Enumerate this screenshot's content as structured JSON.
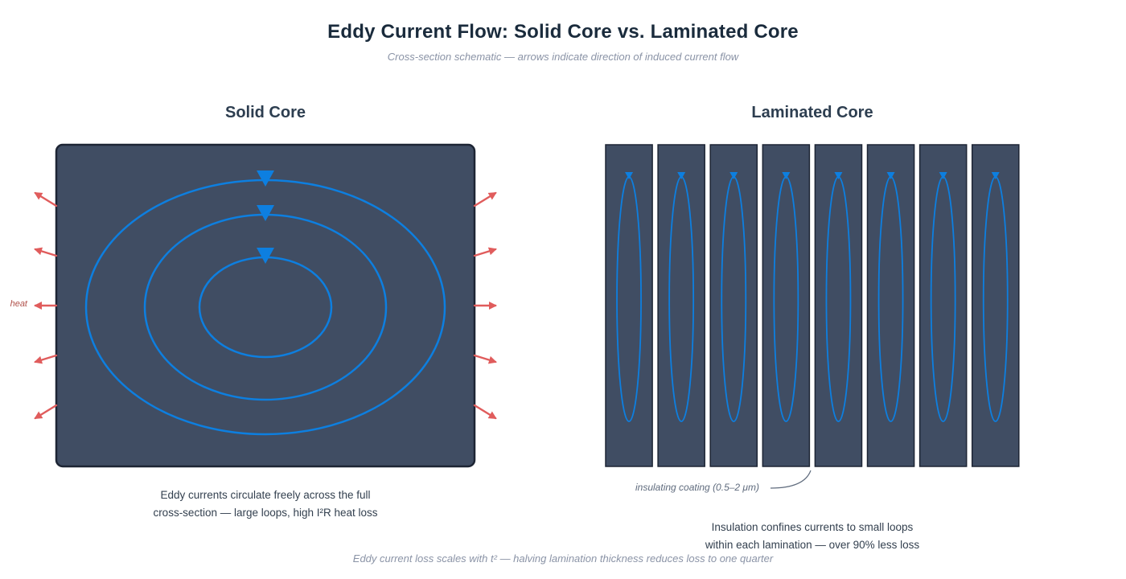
{
  "header": {
    "title": "Eddy Current Flow: Solid Core vs. Laminated Core",
    "subtitle": "Cross-section schematic — arrows indicate direction of induced current flow"
  },
  "solid": {
    "heading": "Solid Core",
    "heat_label": "heat",
    "loop_count": 3,
    "heat_arrows_per_side": 5,
    "caption_line1": "Eddy currents circulate freely across the full",
    "caption_line2": "cross-section — large loops, high I²R heat loss"
  },
  "laminated": {
    "heading": "Laminated Core",
    "lamination_count": 8,
    "insulation_label": "insulating coating (0.5–2 μm)",
    "caption_line1": "Insulation confines currents to small loops",
    "caption_line2": "within each lamination — over 90% less loss"
  },
  "footer": {
    "note": "Eddy current loss scales with t² — halving lamination thickness reduces loss to one quarter"
  },
  "colors": {
    "background": "#ffffff",
    "core_fill": "#404d63",
    "core_border": "#1d2534",
    "current_blue": "#0d7fe0",
    "heat_red": "#e05c5c",
    "title": "#1a2b3c",
    "heading": "#2d3e50",
    "caption": "#33404f",
    "muted": "#8a93a6",
    "heat_label": "#b0504a",
    "connector": "#5f6b7d"
  }
}
